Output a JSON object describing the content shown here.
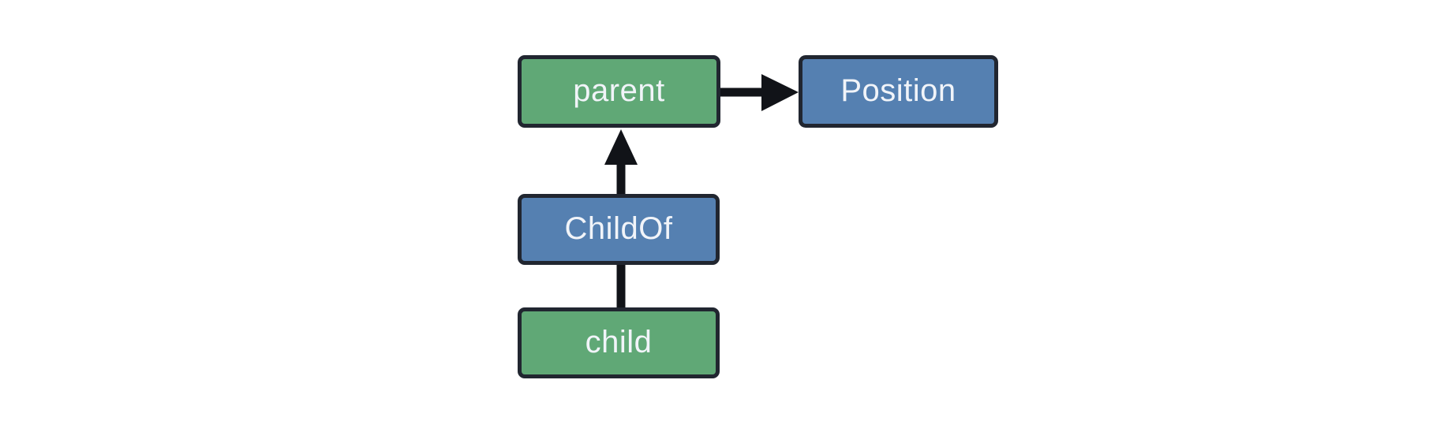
{
  "diagram": {
    "nodes": {
      "parent": {
        "label": "parent",
        "fill": "#60A876"
      },
      "position": {
        "label": "Position",
        "fill": "#5580B1"
      },
      "childof": {
        "label": "ChildOf",
        "fill": "#5580B1"
      },
      "child": {
        "label": "child",
        "fill": "#60A876"
      }
    },
    "edges": [
      {
        "from": "parent",
        "to": "Position",
        "style": "arrow",
        "direction": "right"
      },
      {
        "from": "ChildOf",
        "to": "parent",
        "style": "arrow",
        "direction": "up"
      },
      {
        "from": "child",
        "to": "ChildOf",
        "style": "plain-line",
        "direction": "up"
      }
    ],
    "colors": {
      "background": "#FFFFFF",
      "node_green": "#60A876",
      "node_blue": "#5580B1",
      "node_border": "#212630",
      "connector": "#111318",
      "label_text": "#F1F4F9"
    }
  }
}
